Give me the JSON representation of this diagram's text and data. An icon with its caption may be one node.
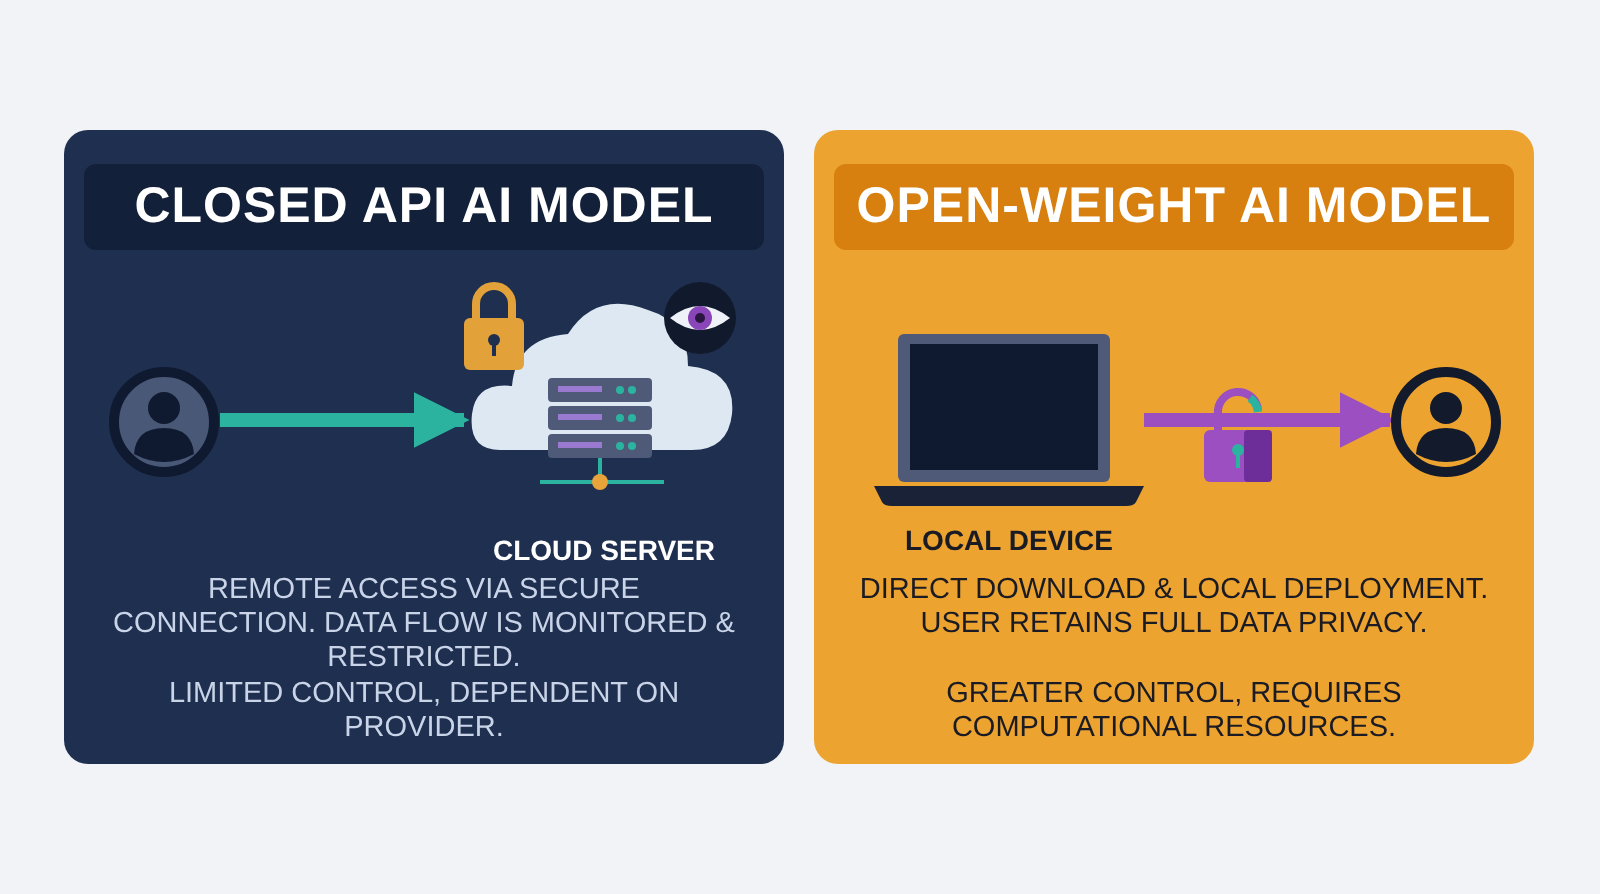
{
  "diagram": {
    "nodes": [
      {
        "text": [
          "CLOSED API AI MODEL",
          "REMOTE ACCESS VIA SECURE CONNECTION. DATA FLOW IS MONITORED & RESTRICTED.",
          "LIMITED CONTROL, DEPENDENT ON PROVIDER."
        ]
      },
      {
        "text": [],
        "shape": "person",
        "in": 0
      },
      {
        "text": [
          "CLOUD SERVER"
        ],
        "in": 0
      },
      {
        "text": [
          "OPEN-WEIGHT AI MODEL",
          "DIRECT DOWNLOAD & LOCAL DEPLOYMENT. USER RETAINS FULL DATA PRIVACY.",
          "GREATER CONTROL, REQUIRES COMPUTATIONAL RESOURCES."
        ]
      },
      {
        "text": [
          "LOCAL DEVICE"
        ],
        "in": 3
      },
      {
        "text": [],
        "shape": "person",
        "in": 3
      }
    ],
    "edges": [
      {
        "from": 1,
        "to": 2,
        "arrow": "to",
        "color": "#2bb3a0"
      },
      {
        "from": 4,
        "to": 5,
        "arrow": "to",
        "color": "#9b4fc0"
      }
    ]
  }
}
